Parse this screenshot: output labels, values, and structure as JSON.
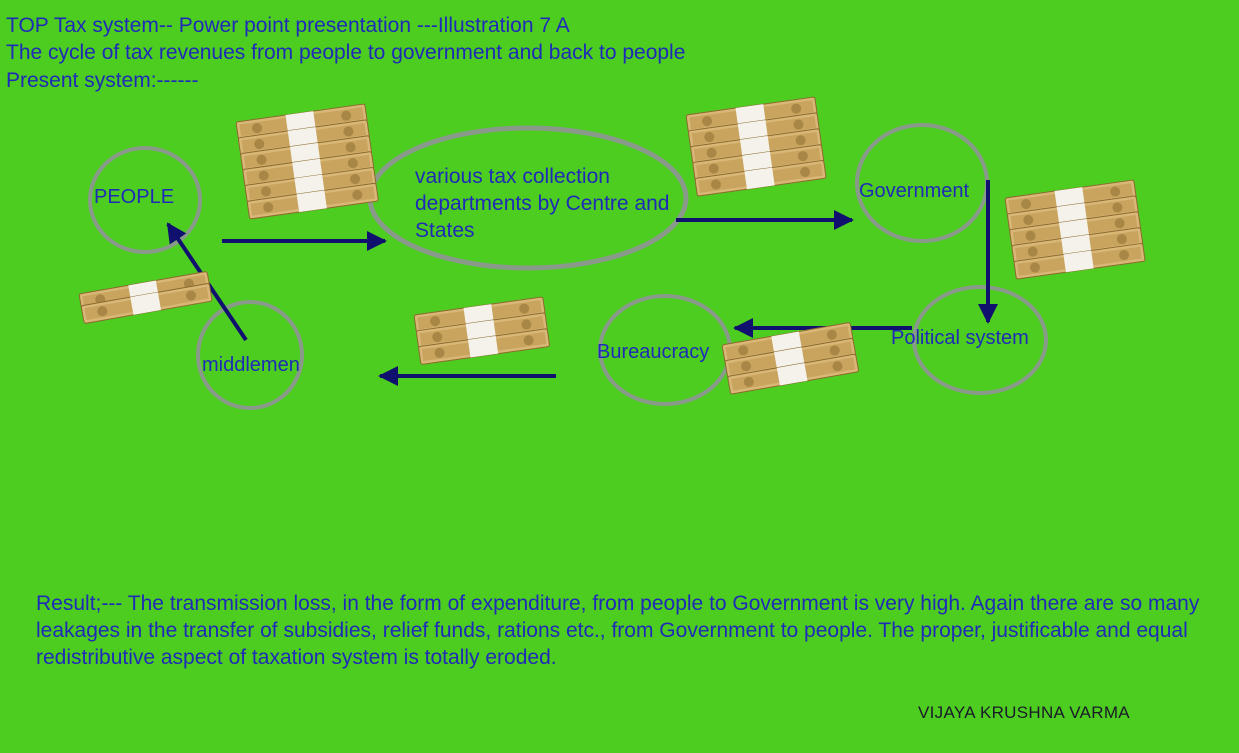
{
  "header": {
    "title": "TOP Tax system-- Power point presentation ---Illustration 7 A",
    "subtitle": "The cycle of tax revenues from people to government and back to people",
    "section": "Present system:------"
  },
  "nodes": {
    "people": "PEOPLE",
    "tax_departments": "various tax collection departments by Centre and States",
    "government": "Government",
    "political_system": "Political system",
    "bureaucracy": "Bureaucracy",
    "middlemen": "middlemen"
  },
  "result_text": "Result;--- The transmission loss, in the form of expenditure, from people to Government is very high.  Again there are so many leakages in the transfer of subsidies, relief funds, rations etc., from Government to people. The proper, justificable and equal redistributive aspect of taxation system is totally eroded.",
  "author": "VIJAYA KRUSHNA VARMA",
  "colors": {
    "background": "#4ccd1f",
    "text": "#1f2bb8",
    "arrow": "#10106e",
    "circle": "#8a9a8a"
  }
}
